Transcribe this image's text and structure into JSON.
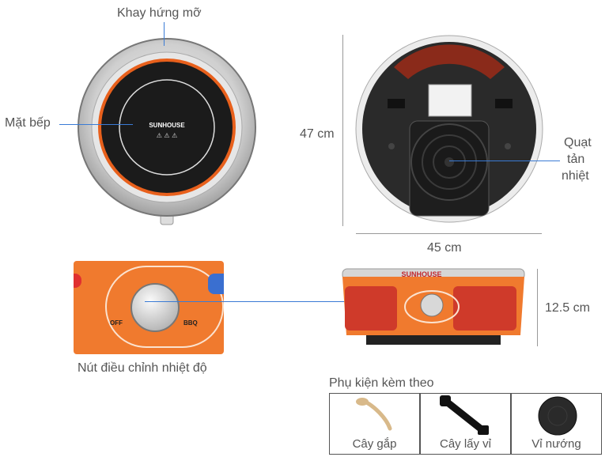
{
  "callouts": {
    "drip_tray": "Khay hứng mỡ",
    "cooktop_surface": "Mặt bếp",
    "cooling_fan_line1": "Quạt",
    "cooling_fan_line2": "tản",
    "cooling_fan_line3": "nhiệt",
    "knob": "Nút điều chỉnh nhiệt độ"
  },
  "dimensions": {
    "height": "47 cm",
    "width": "45 cm",
    "depth": "12.5 cm"
  },
  "product": {
    "brand": "SUNHOUSE",
    "knob_off": "OFF",
    "knob_bbq": "BBQ"
  },
  "accessories": {
    "title": "Phụ kiện kèm theo",
    "items": [
      {
        "label": "Cây gắp"
      },
      {
        "label": "Cây lấy vỉ"
      },
      {
        "label": "Vỉ nướng"
      }
    ]
  },
  "colors": {
    "callout_line": "#3a7bd5",
    "body_orange": "#f07a2e",
    "steel": "#c9c9c9",
    "glass": "#1b1b1b"
  }
}
